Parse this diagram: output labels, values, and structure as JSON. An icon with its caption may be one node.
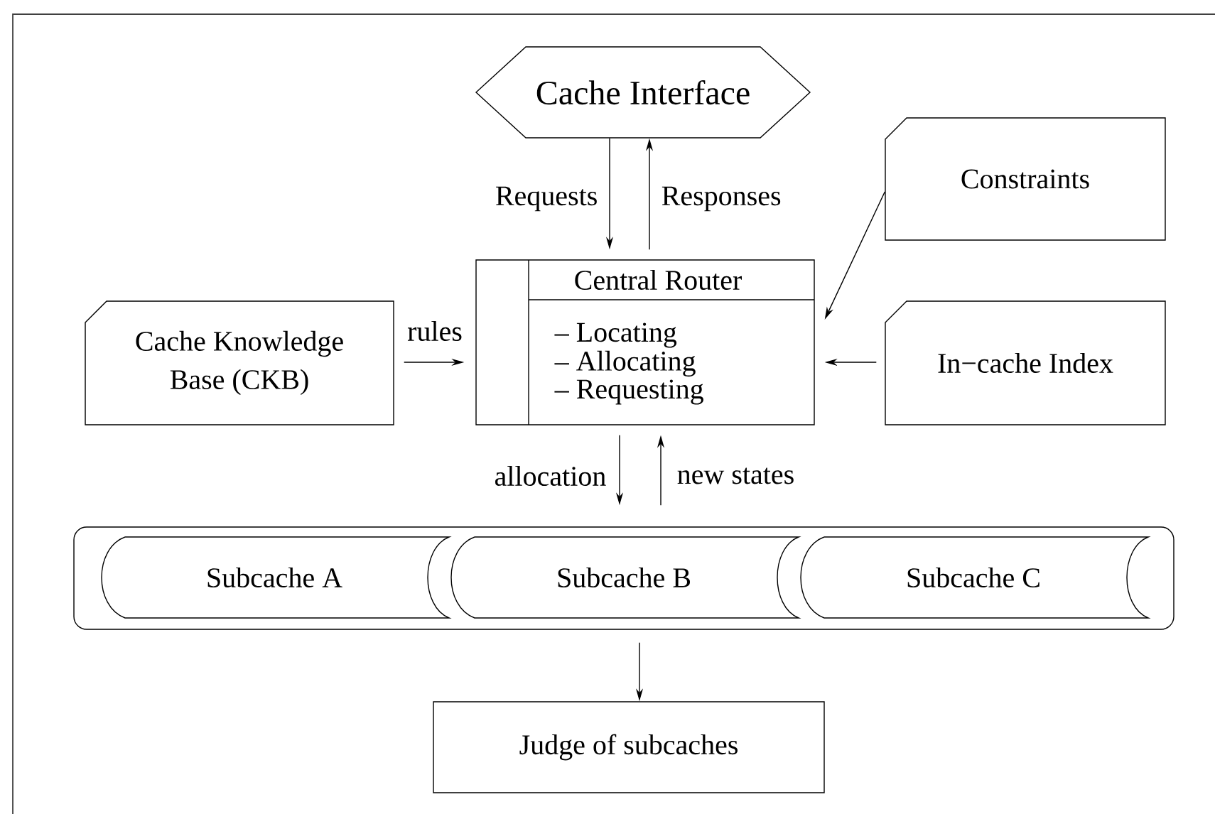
{
  "diagram": {
    "nodes": [
      {
        "text": [
          "Cache Interface"
        ]
      },
      {
        "text": [
          "Central Router",
          "– Locating",
          "– Allocating",
          "– Requesting"
        ]
      },
      {
        "text": [
          "Constraints"
        ]
      },
      {
        "text": [
          "Cache Knowledge Base (CKB)"
        ]
      },
      {
        "text": [
          "In−cache Index"
        ]
      },
      {
        "text": [],
        "shape": "box"
      },
      {
        "text": [
          "Subcache A"
        ],
        "in": 5
      },
      {
        "text": [
          "Subcache B"
        ],
        "in": 5
      },
      {
        "text": [
          "Subcache C"
        ],
        "in": 5
      },
      {
        "text": [
          "Judge of subcaches"
        ]
      }
    ],
    "edges": [
      {
        "from": 0,
        "to": 1,
        "arrow": "to",
        "label": "Requests"
      },
      {
        "from": 1,
        "to": 0,
        "arrow": "to",
        "label": "Responses"
      },
      {
        "from": 3,
        "to": 1,
        "arrow": "to",
        "label": "rules"
      },
      {
        "from": 4,
        "to": 1,
        "arrow": "to"
      },
      {
        "from": 2,
        "to": 1,
        "arrow": "to"
      },
      {
        "from": 1,
        "to": 5,
        "arrow": "to",
        "label": "allocation"
      },
      {
        "from": 5,
        "to": 1,
        "arrow": "to",
        "label": "new states"
      },
      {
        "from": 5,
        "to": 9,
        "arrow": "to"
      }
    ]
  }
}
